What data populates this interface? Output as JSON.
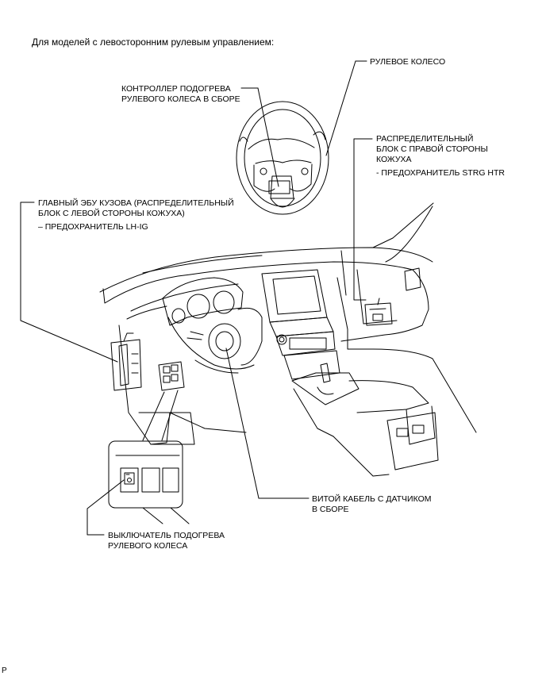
{
  "heading": "Для моделей с левосторонним рулевым управлением:",
  "labels": {
    "steering_wheel": "РУЛЕВОЕ КОЛЕСО",
    "heater_controller": "КОНТРОЛЛЕР ПОДОГРЕВА\nРУЛЕВОГО КОЛЕСА В СБОРЕ",
    "right_junction_block": "РАСПРЕДЕЛИТЕЛЬНЫЙ\nБЛОК С ПРАВОЙ СТОРОНЫ\nКОЖУХА",
    "fuse_strg_htr": "- ПРЕДОХРАНИТЕЛЬ STRG HTR",
    "main_body_ecu": "ГЛАВНЫЙ ЭБУ КУЗОВА (РАСПРЕДЕЛИТЕЛЬНЫЙ\nБЛОК С ЛЕВОЙ СТОРОНЫ КОЖУХА)",
    "fuse_lh_ig": "– ПРЕДОХРАНИТЕЛЬ LH-IG",
    "spiral_cable": "ВИТОЙ КАБЕЛЬ С ДАТЧИКОМ\nВ СБОРЕ",
    "heater_switch": "ВЫКЛЮЧАТЕЛЬ ПОДОГРЕВА\nРУЛЕВОГО КОЛЕСА"
  },
  "page_mark": "P"
}
